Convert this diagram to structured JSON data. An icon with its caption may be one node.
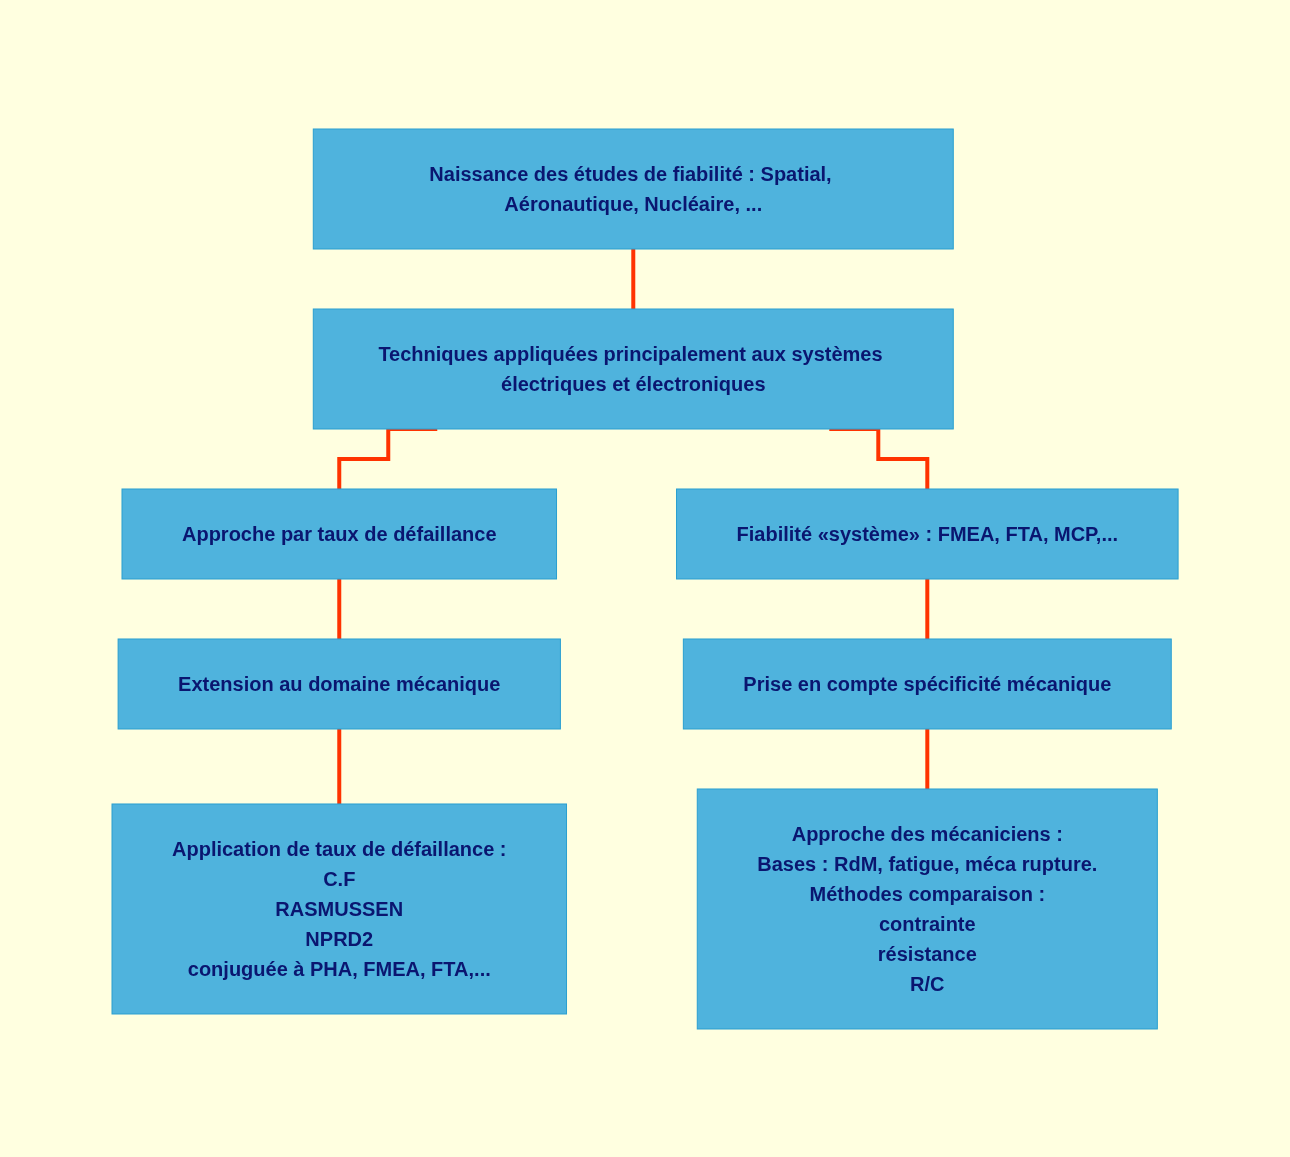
{
  "diagram": {
    "nodes": [
      {
        "text": [
          "Naissance des études de fiabilité : Spatial, Aéronautique, Nucléaire, ..."
        ]
      },
      {
        "text": [
          "Techniques appliquées principalement aux systèmes électriques et électroniques"
        ]
      },
      {
        "text": [
          "Approche par taux de défaillance"
        ]
      },
      {
        "text": [
          "Fiabilité «système» : FMEA, FTA, MCP,..."
        ]
      },
      {
        "text": [
          "Extension au domaine mécanique"
        ]
      },
      {
        "text": [
          "Prise en compte spécificité mécanique"
        ]
      },
      {
        "text": [
          "Application de taux de défaillance :",
          "C.F",
          "RASMUSSEN",
          "NPRD2",
          "conjuguée à PHA, FMEA, FTA,..."
        ]
      },
      {
        "text": [
          "Approche des mécaniciens :",
          "Bases : RdM, fatigue, méca rupture.",
          "Méthodes comparaison :",
          "contrainte",
          "résistance",
          "R/C"
        ]
      }
    ],
    "edges": [
      {
        "from": 0,
        "to": 1,
        "arrow": "none"
      },
      {
        "from": 1,
        "to": 2,
        "arrow": "none"
      },
      {
        "from": 1,
        "to": 3,
        "arrow": "none"
      },
      {
        "from": 2,
        "to": 4,
        "arrow": "none"
      },
      {
        "from": 3,
        "to": 5,
        "arrow": "none"
      },
      {
        "from": 4,
        "to": 6,
        "arrow": "none"
      },
      {
        "from": 5,
        "to": 7,
        "arrow": "none"
      }
    ]
  }
}
